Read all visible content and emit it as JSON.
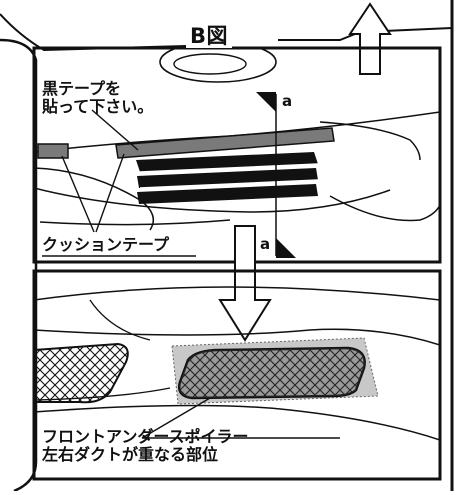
{
  "figure": {
    "title": "B図",
    "upper_panel": {
      "black_tape_note": [
        "黒テープを",
        "貼って下さい。"
      ],
      "cushion_tape_label": "クッションテープ",
      "section_mark_top": "a",
      "section_mark_bottom": "a"
    },
    "lower_panel": {
      "spoiler_note": [
        "フロントアンダースポイラー",
        "左右ダクトが重なる部位"
      ]
    },
    "colors": {
      "line": "#111111",
      "tape_gray": "#7a7a7a",
      "black_tape": "#111111",
      "highlight_gray": "#c8c8c8",
      "background": "#ffffff"
    }
  }
}
